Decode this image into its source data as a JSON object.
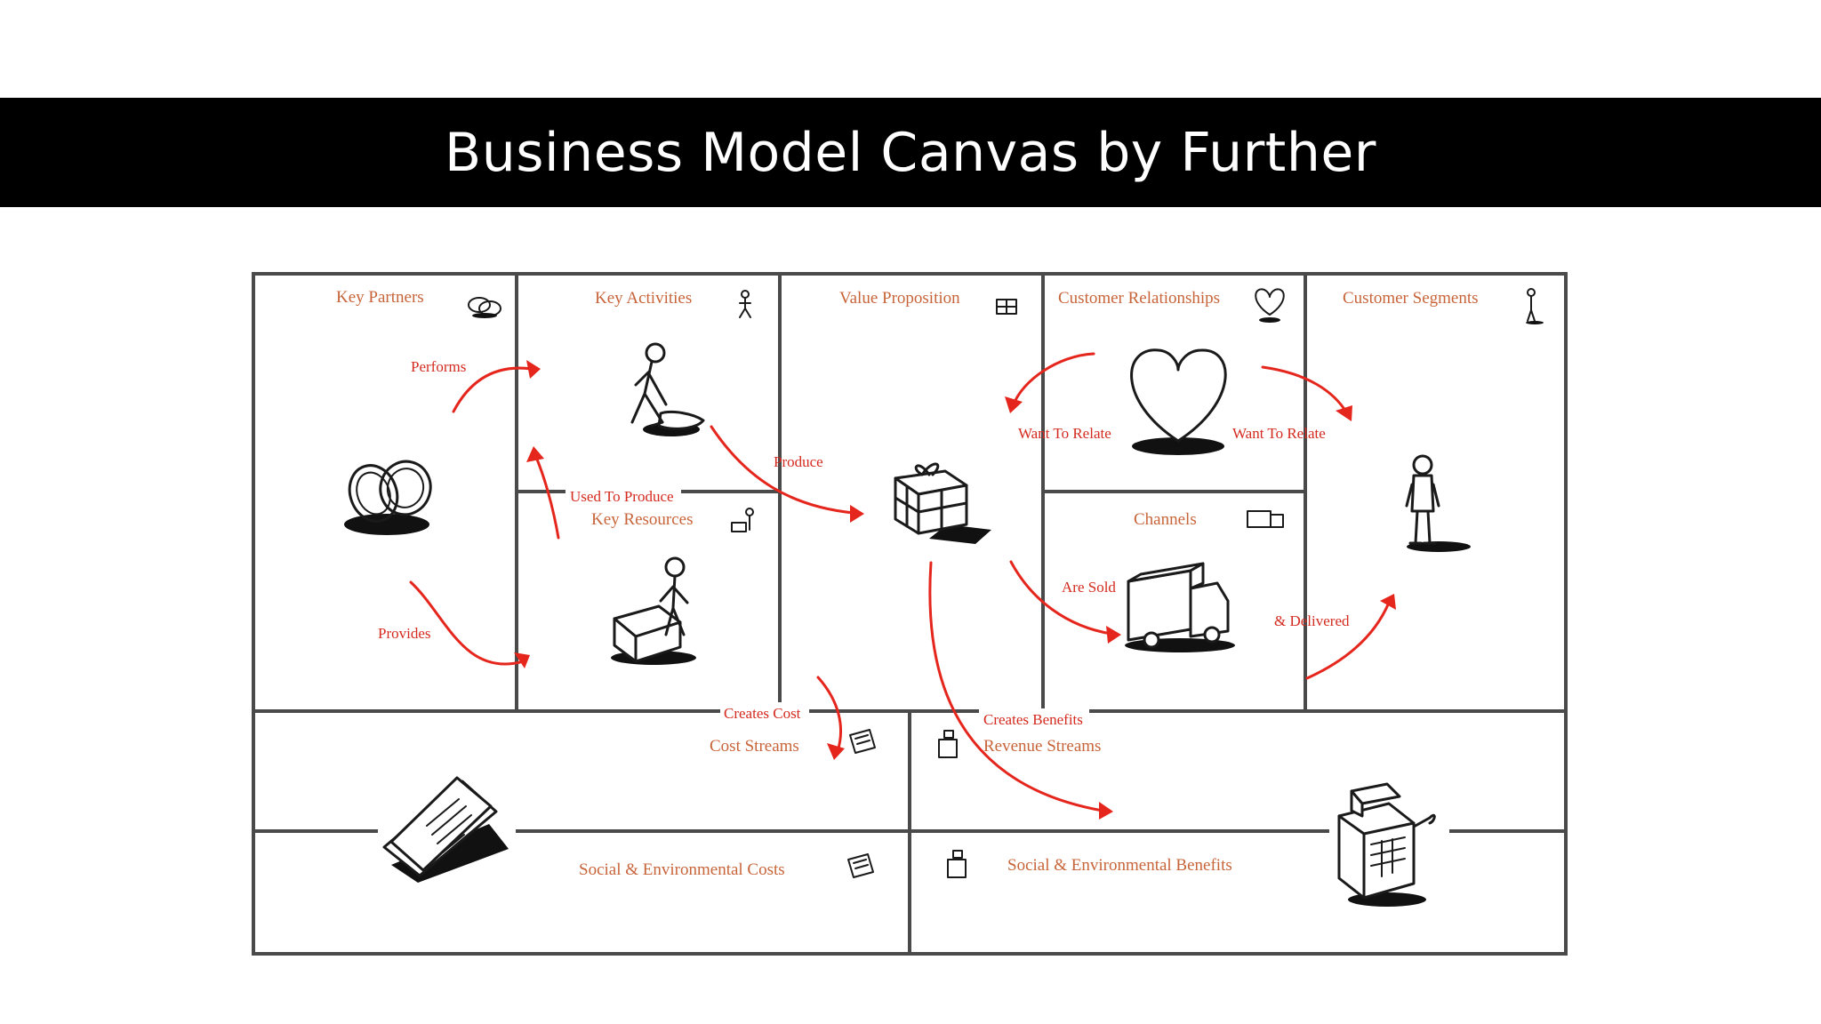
{
  "title": "Business Model Canvas by Further",
  "blocks": {
    "key_partners": "Key Partners",
    "key_activities": "Key Activities",
    "key_resources": "Key Resources",
    "value_proposition": "Value Proposition",
    "customer_relationships": "Customer Relationships",
    "channels": "Channels",
    "customer_segments": "Customer Segments",
    "cost_streams": "Cost Streams",
    "revenue_streams": "Revenue Streams",
    "social_env_costs": "Social & Environmental Costs",
    "social_env_benefits": "Social & Environmental Benefits"
  },
  "flows": {
    "performs": "Performs",
    "provides": "Provides",
    "used_to_produce": "Used To Produce",
    "produce": "Produce",
    "want_to_relate_left": "Want To Relate",
    "want_to_relate_right": "Want To Relate",
    "are_sold": "Are Sold",
    "delivered": "& Delivered",
    "creates_cost": "Creates Cost",
    "creates_benefits": "Creates Benefits"
  },
  "colors": {
    "title_bar": "#000000",
    "block_label": "#c8643a",
    "flow_arrow": "#e5261d"
  },
  "icons": [
    "rings-icon",
    "worker-icon",
    "gift-box-icon",
    "heart-icon",
    "truck-icon",
    "person-icon",
    "paper-stack-icon",
    "cash-register-icon"
  ]
}
